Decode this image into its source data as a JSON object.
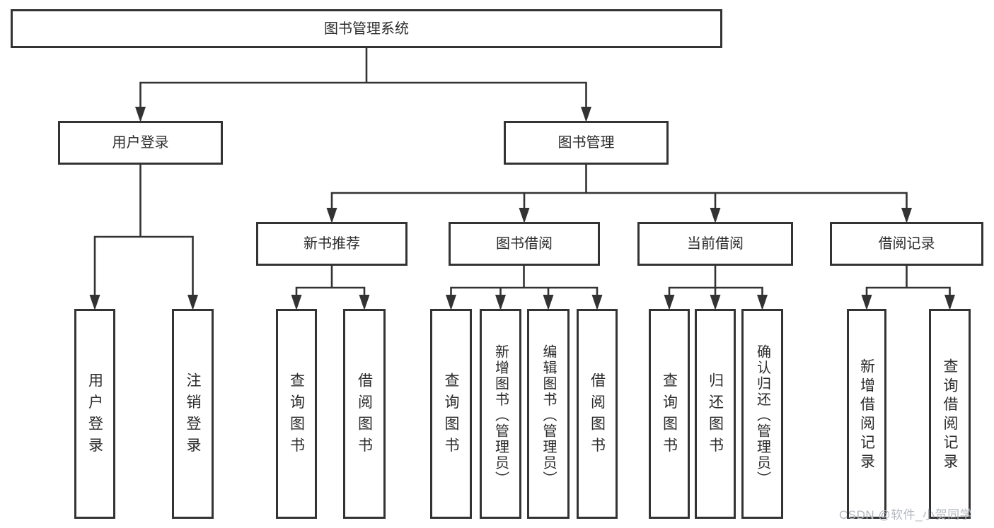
{
  "tree": {
    "root": {
      "label": "图书管理系统"
    },
    "children": [
      {
        "label": "用户登录",
        "children": [
          {
            "label": "用户登录"
          },
          {
            "label": "注销登录"
          }
        ]
      },
      {
        "label": "图书管理",
        "children": [
          {
            "label": "新书推荐",
            "children": [
              {
                "label": "查询图书"
              },
              {
                "label": "借阅图书"
              }
            ]
          },
          {
            "label": "图书借阅",
            "children": [
              {
                "label": "查询图书"
              },
              {
                "label": "新增图书（管理员）"
              },
              {
                "label": "编辑图书（管理员）"
              },
              {
                "label": "借阅图书"
              }
            ]
          },
          {
            "label": "当前借阅",
            "children": [
              {
                "label": "查询图书"
              },
              {
                "label": "归还图书"
              },
              {
                "label": "确认归还（管理员）"
              }
            ]
          },
          {
            "label": "借阅记录",
            "children": [
              {
                "label": "新增借阅记录"
              },
              {
                "label": "查询借阅记录"
              }
            ]
          }
        ]
      }
    ]
  },
  "watermark": {
    "text": "CSDN @软件_小贺同学"
  },
  "colors": {
    "line": "#333333",
    "box_border": "#333333",
    "text": "#2b2b2b",
    "watermark": "#b4b8be",
    "background": "#ffffff"
  }
}
